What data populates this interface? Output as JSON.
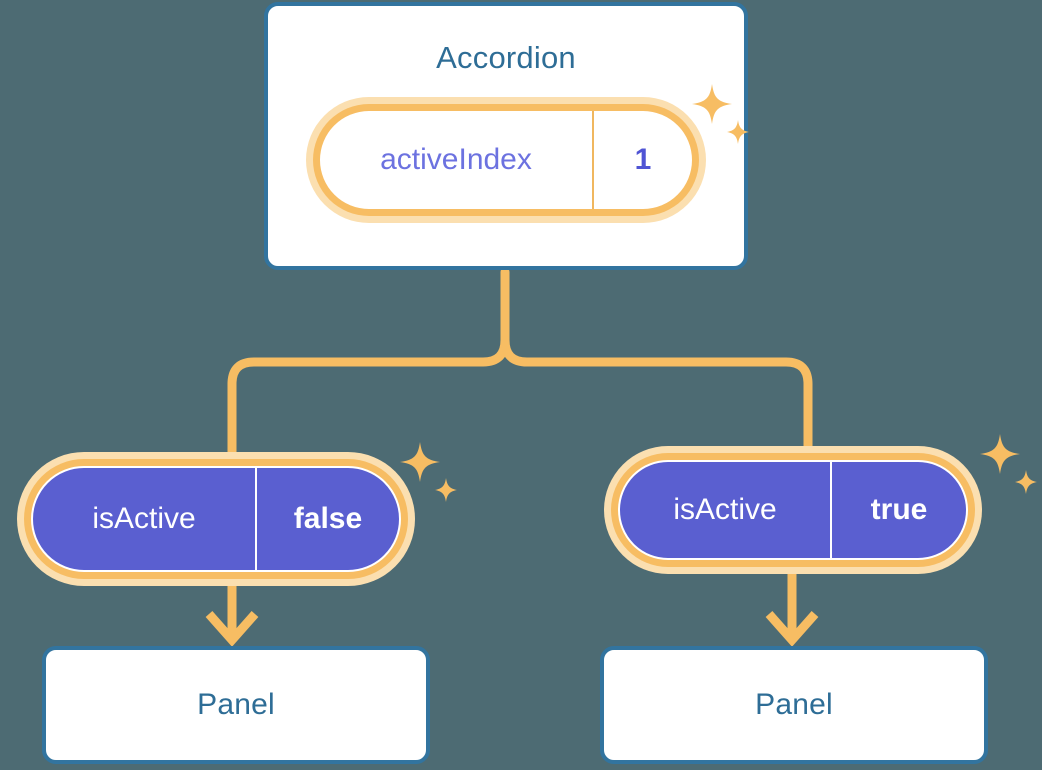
{
  "theme": {
    "background": "#4d6b73",
    "card_border": "#32749f",
    "card_text": "#2e6d96",
    "accent_orange": "#f7bd63",
    "accent_orange_pale": "#fbdfb0",
    "state_purple": "#5a5fd0",
    "value_purple": "#4f54d4",
    "key_purple": "#6c72e0"
  },
  "tree": {
    "root": {
      "title": "Accordion",
      "state": {
        "key": "activeIndex",
        "value": "1"
      },
      "sparkle_icon": "sparkles-icon"
    },
    "children": [
      {
        "state": {
          "key": "isActive",
          "value": "false"
        },
        "panel": {
          "title": "Panel"
        },
        "arrow_icon": "arrow-down-icon",
        "sparkle_icon": "sparkles-icon"
      },
      {
        "state": {
          "key": "isActive",
          "value": "true"
        },
        "panel": {
          "title": "Panel"
        },
        "arrow_icon": "arrow-down-icon",
        "sparkle_icon": "sparkles-icon"
      }
    ]
  }
}
